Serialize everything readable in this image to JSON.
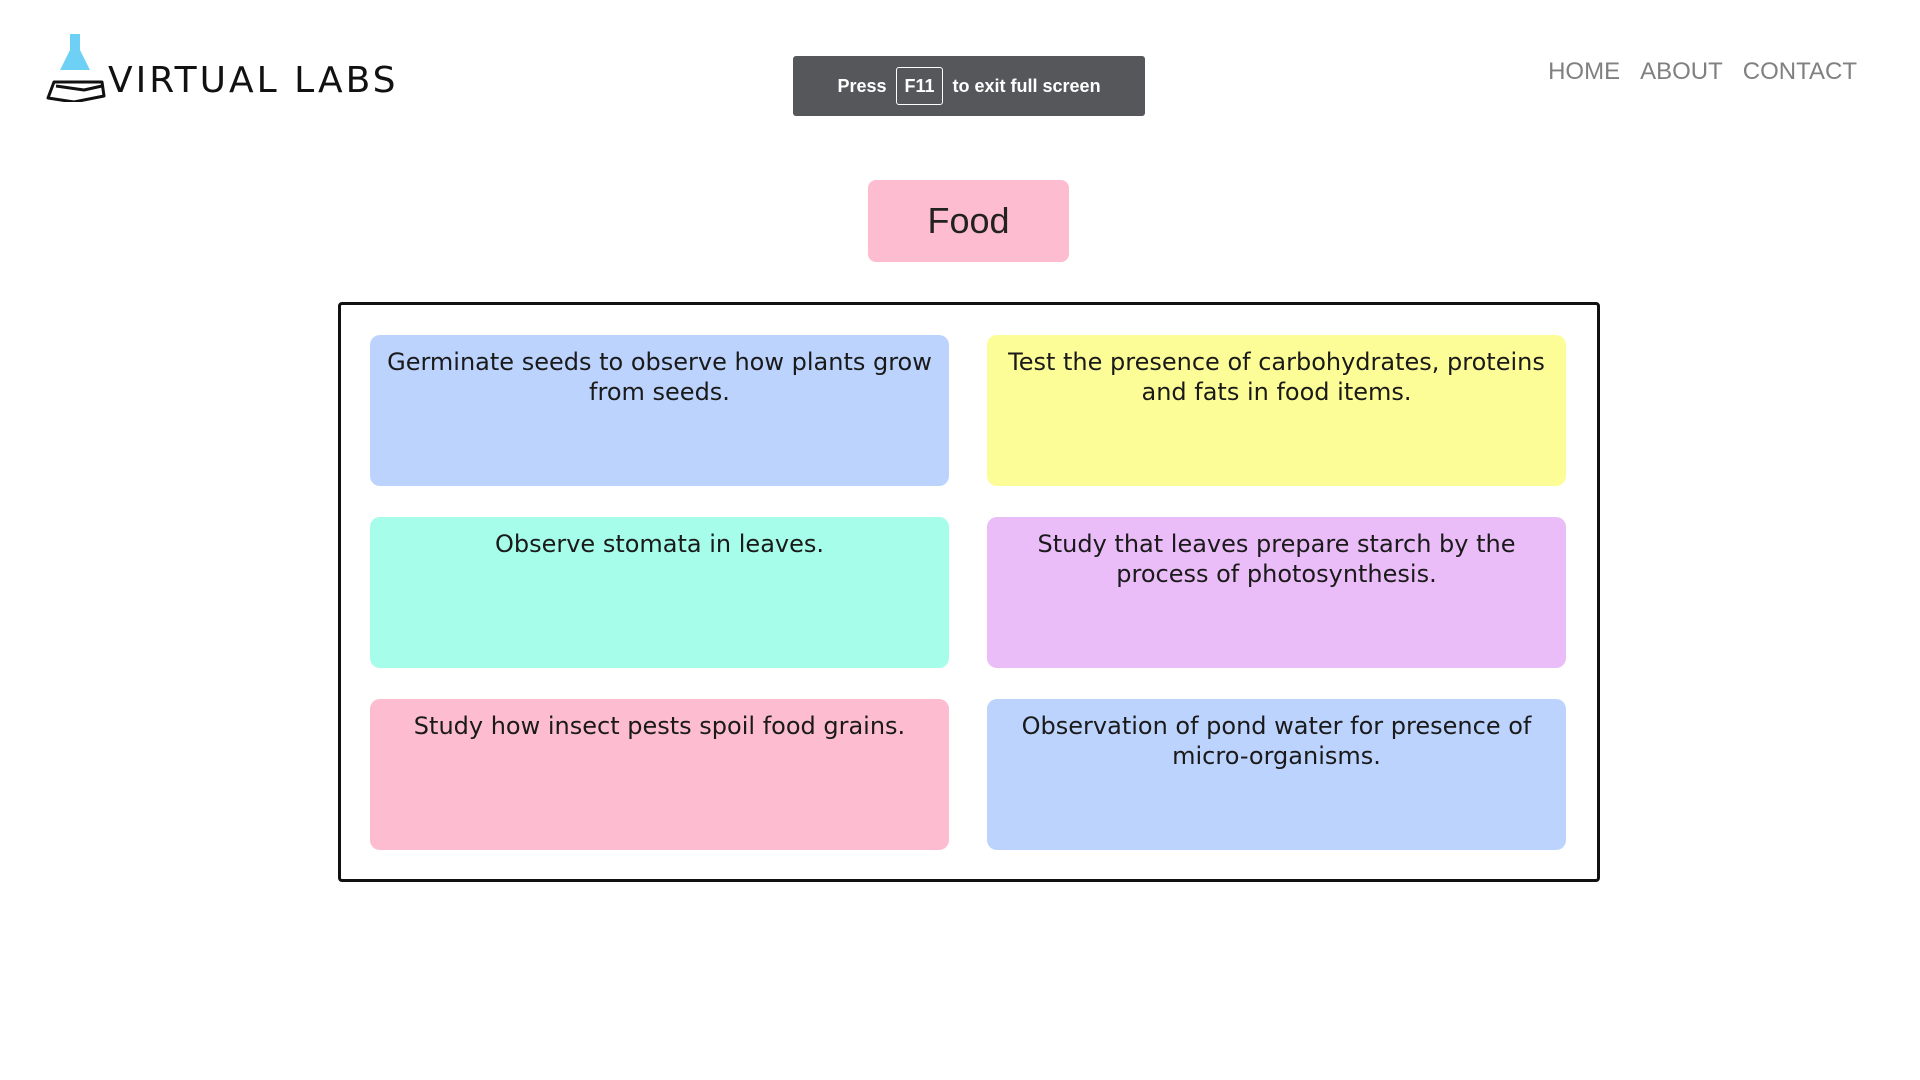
{
  "header": {
    "logo_text": "VIRTUAL LABS",
    "fullscreen_notice": {
      "prefix": "Press",
      "key": "F11",
      "suffix": "to exit full screen"
    },
    "nav": [
      {
        "label": "HOME"
      },
      {
        "label": "ABOUT"
      },
      {
        "label": "CONTACT"
      }
    ]
  },
  "page_title": "Food",
  "experiments": [
    {
      "label": "Germinate seeds to observe how plants grow from seeds.",
      "color": "#bcd3fd"
    },
    {
      "label": "Test the presence of carbohydrates, proteins and fats in food items.",
      "color": "#fdfd98"
    },
    {
      "label": "Observe stomata in leaves.",
      "color": "#a6fdea"
    },
    {
      "label": "Study that leaves prepare starch by the process of photosynthesis.",
      "color": "#eabdf8"
    },
    {
      "label": "Study how insect pests spoil food grains.",
      "color": "#fdbcd0"
    },
    {
      "label": "Observation of pond water for presence of micro-organisms.",
      "color": "#bcd3fd"
    }
  ],
  "colors": {
    "title_pill": "#fdbcd0",
    "nav_text": "#808080",
    "toast_bg": "#55575b",
    "logo_flask": "#6fd0f5"
  }
}
